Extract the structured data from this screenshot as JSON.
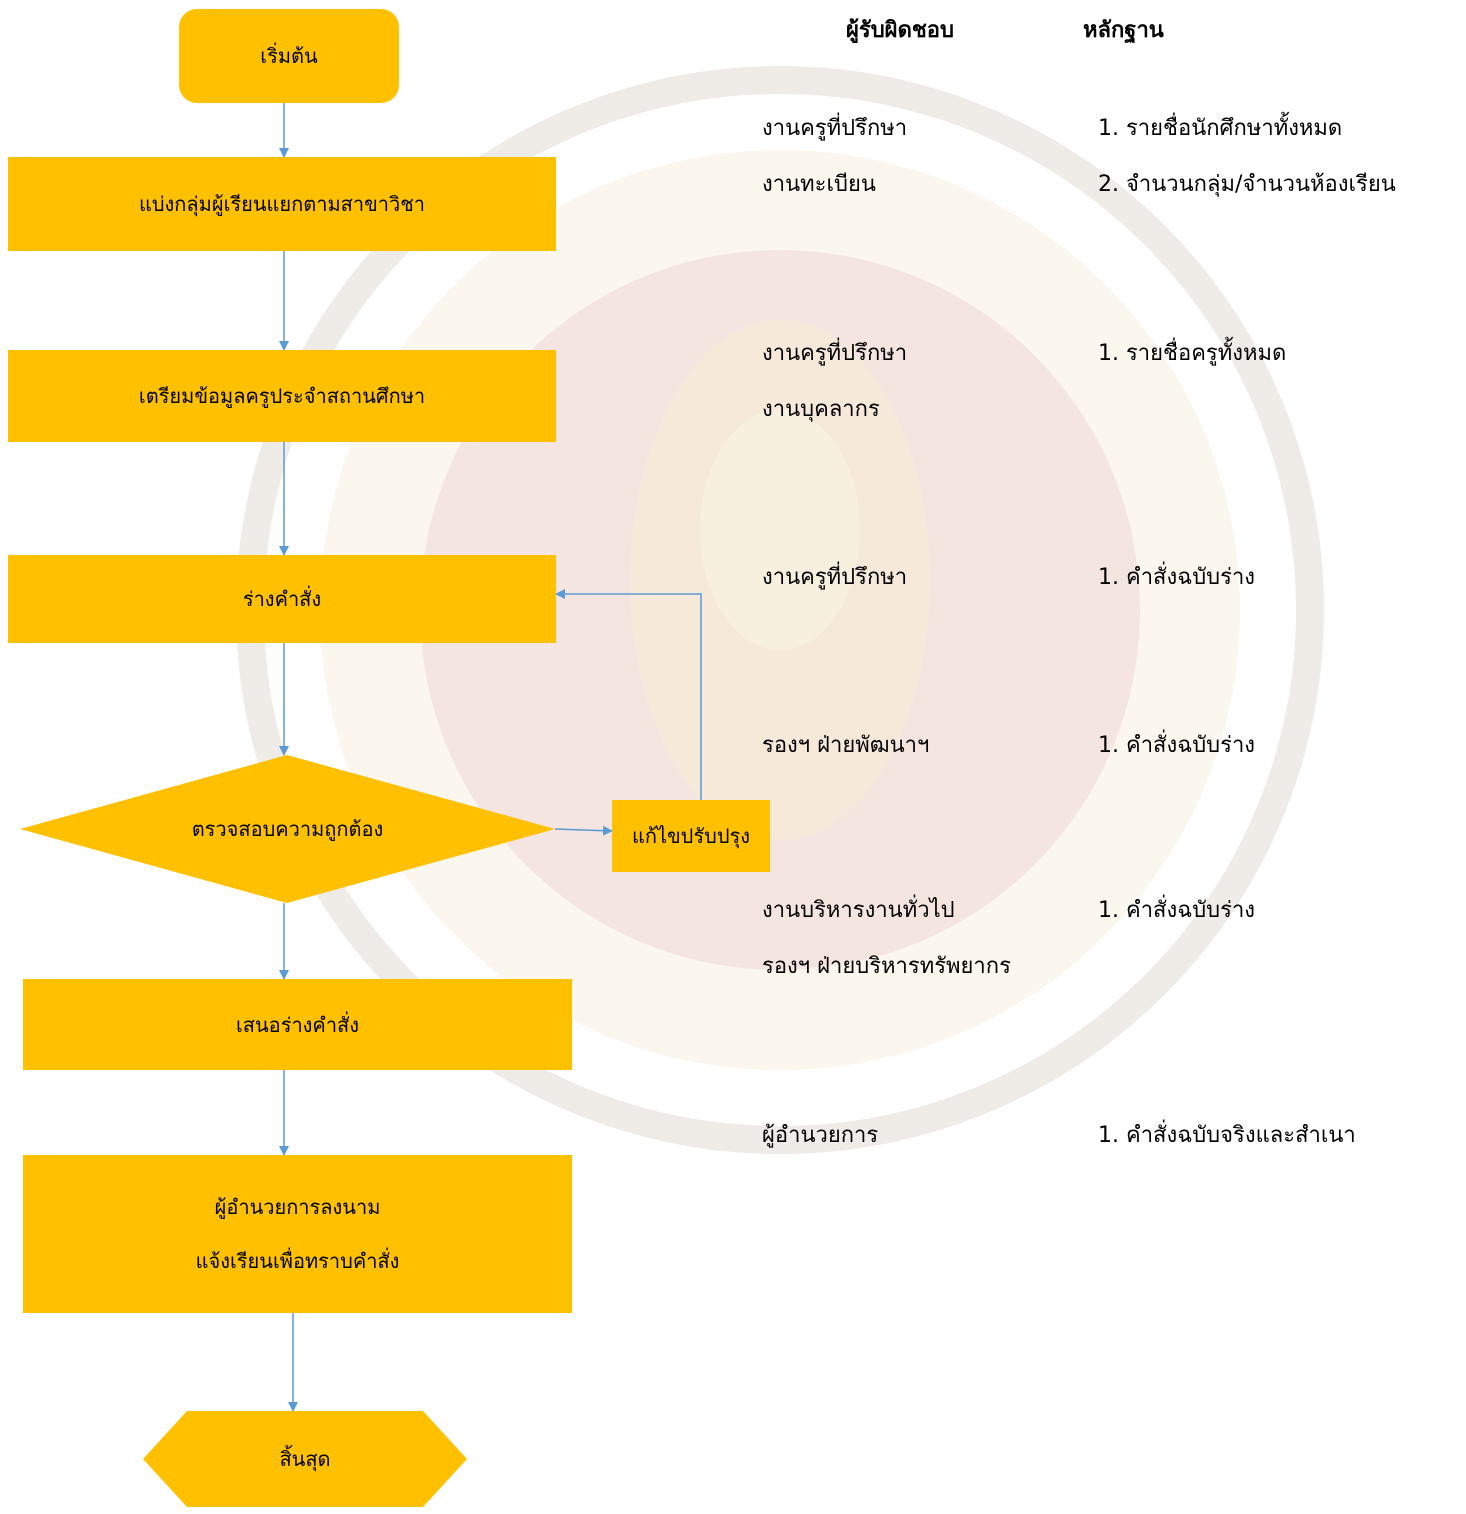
{
  "headers": {
    "responsible": "ผู้รับผิดชอบ",
    "evidence": "หลักฐาน"
  },
  "flow": {
    "start": "เริ่มต้น",
    "step1": "แบ่งกลุ่มผู้เรียนแยกตามสาขาวิชา",
    "step2": "เตรียมข้อมูลครูประจำสถานศึกษา",
    "step3": "ร่างคำสั่ง",
    "decision": "ตรวจสอบความถูกต้อง",
    "fix": "แก้ไขปรับปรุง",
    "step4": "เสนอร่างคำสั่ง",
    "step5_line1": "ผู้อำนวยการลงนาม",
    "step5_line2": "แจ้งเรียนเพื่อทราบคำสั่ง",
    "end": "สิ้นสุด"
  },
  "rows": [
    {
      "responsible": [
        "งานครูที่ปรึกษา",
        "งานทะเบียน"
      ],
      "evidence": [
        "1. รายชื่อนักศึกษาทั้งหมด",
        "2. จำนวนกลุ่ม/จำนวนห้องเรียน"
      ]
    },
    {
      "responsible": [
        "งานครูที่ปรึกษา",
        "งานบุคลากร"
      ],
      "evidence": [
        "1. รายชื่อครูทั้งหมด"
      ]
    },
    {
      "responsible": [
        "งานครูที่ปรึกษา"
      ],
      "evidence": [
        "1. คำสั่งฉบับร่าง"
      ]
    },
    {
      "responsible": [
        "รองฯ ฝ่ายพัฒนาฯ"
      ],
      "evidence": [
        "1. คำสั่งฉบับร่าง"
      ]
    },
    {
      "responsible": [
        "งานบริหารงานทั่วไป",
        "รองฯ ฝ่ายบริหารทรัพยากร"
      ],
      "evidence": [
        "1. คำสั่งฉบับร่าง"
      ]
    },
    {
      "responsible": [
        "ผู้อำนวยการ"
      ],
      "evidence": [
        "1. คำสั่งฉบับจริงและสำเนา"
      ]
    }
  ],
  "colors": {
    "node_fill": "#FFC000",
    "connector": "#5B9BD5",
    "watermark": "#C0504D"
  }
}
